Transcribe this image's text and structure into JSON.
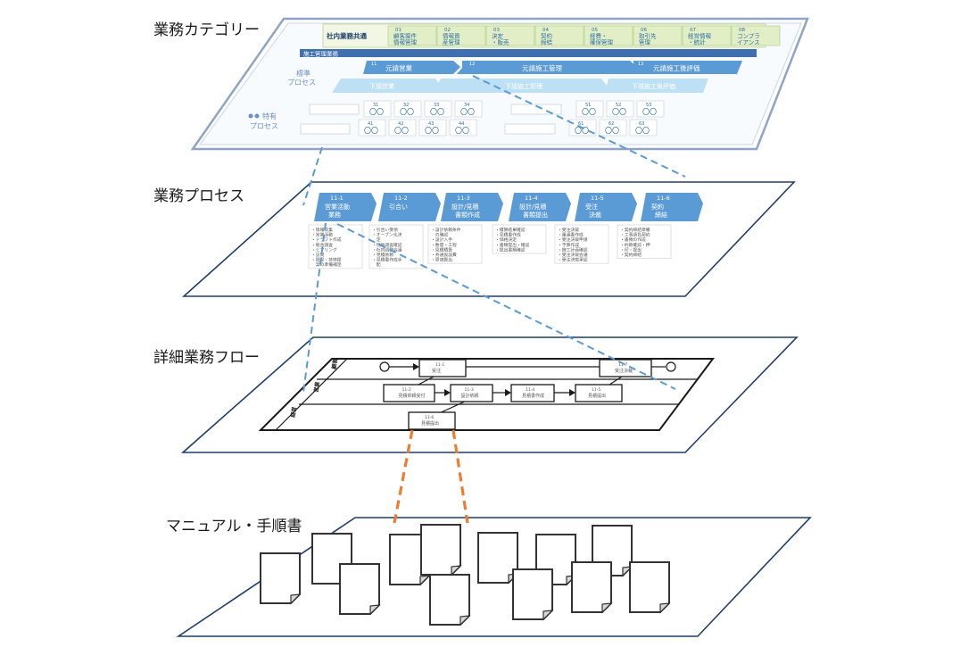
{
  "layers": {
    "category": "業務カテゴリー",
    "process": "業務プロセス",
    "flow": "詳細業務フロー",
    "manual": "マニュアル・手順書"
  },
  "category_panel": {
    "common_label": "社内業務共通",
    "common_items": [
      {
        "num": "01",
        "l1": "顧客案件",
        "l2": "情報管理"
      },
      {
        "num": "02",
        "l1": "情報資",
        "l2": "産管理"
      },
      {
        "num": "03",
        "l1": "決定",
        "l2": "・販売"
      },
      {
        "num": "04",
        "l1": "契約",
        "l2": "締結"
      },
      {
        "num": "05",
        "l1": "経費・",
        "l2": "確保管理"
      },
      {
        "num": "06",
        "l1": "取引先",
        "l2": "管理"
      },
      {
        "num": "07",
        "l1": "経営情報",
        "l2": "・統計"
      },
      {
        "num": "08",
        "l1": "コンプラ",
        "l2": "イアンス"
      }
    ],
    "construction_label": "施工管理業務",
    "standard_label_1": "標準",
    "standard_label_2": "プロセス",
    "specific_label_1": "●●特有",
    "specific_label_2": "プロセス",
    "phase_items": [
      {
        "num": "11",
        "label": "元請営業"
      },
      {
        "num": "12",
        "label": "元請施工管理"
      },
      {
        "num": "13",
        "label": "元請施工後評価"
      }
    ],
    "sub_items": [
      "下請営業",
      "下請施工管理",
      "下請施工後評価"
    ],
    "circle_text": "〇〇",
    "circle_nums_row1": [
      "31",
      "32",
      "33",
      "34",
      "51",
      "52",
      "53"
    ],
    "circle_nums_row2": [
      "41",
      "42",
      "43",
      "44",
      "61",
      "62",
      "63"
    ]
  },
  "process_panel": {
    "steps": [
      {
        "num": "11-1",
        "l1": "営業活動",
        "l2": "業務"
      },
      {
        "num": "11-2",
        "l1": "引合い",
        "l2": ""
      },
      {
        "num": "11-3",
        "l1": "設計/見積",
        "l2": "書類作成"
      },
      {
        "num": "11-4",
        "l1": "設計/見積",
        "l2": "書類提出"
      },
      {
        "num": "11-5",
        "l1": "受注",
        "l2": "決裁"
      },
      {
        "num": "11-6",
        "l1": "契約",
        "l2": "締結"
      }
    ],
    "details": [
      [
        "・情報収集",
        "・営業活動",
        "・ドラフト作成",
        "・競合調査",
        "・ヒアリング",
        "・訪問",
        "・提案・技術提",
        "　案の準備補足"
      ],
      [
        "・引合い受領",
        "・オープン化決",
        "　定",
        "・現地調査確認",
        "・社内調整会議",
        "・見積依頼",
        "・見積書作成手",
        "　配"
      ],
      [
        "・設計依頼条件",
        "　の確認",
        "・設計入手",
        "・数量・工程",
        "・見積積算",
        "・共通仮設費",
        "・原価算出"
      ],
      [
        "・積算結果確認",
        "・見積書作成",
        "・価格決定",
        "・書類提出・確認",
        "・提出書類確認"
      ],
      [
        "・受注決裁",
        "・稟議書作成",
        "・受注決裁申請",
        "・予算作成",
        "・施工計画確認",
        "・受注決裁会議",
        "・受注決裁承認"
      ],
      [
        "・契約締結準備",
        "・工事請負契約",
        "・書類の作成",
        "・約款確認・押",
        "・印・提出",
        "・契約締結"
      ]
    ]
  },
  "flow_panel": {
    "lane_labels": [
      "顧客",
      "営業",
      "経営"
    ],
    "box_nums": [
      "11-1",
      "11-2",
      "11-3",
      "11-4",
      "11-5",
      "11-6",
      "11-7"
    ],
    "box_texts": [
      "受注",
      "見積依頼受付",
      "設計依頼",
      "見積書作成",
      "見積提出",
      "見積提出",
      "受注決裁"
    ]
  },
  "colors": {
    "frame": "#1f3e6b",
    "box_blue": "#5b9bd5",
    "light_blue": "#bde0f5",
    "green_item": "#e2efc6",
    "dash_blue": "#5b9bd5",
    "dash_orange": "#ed7d31"
  }
}
